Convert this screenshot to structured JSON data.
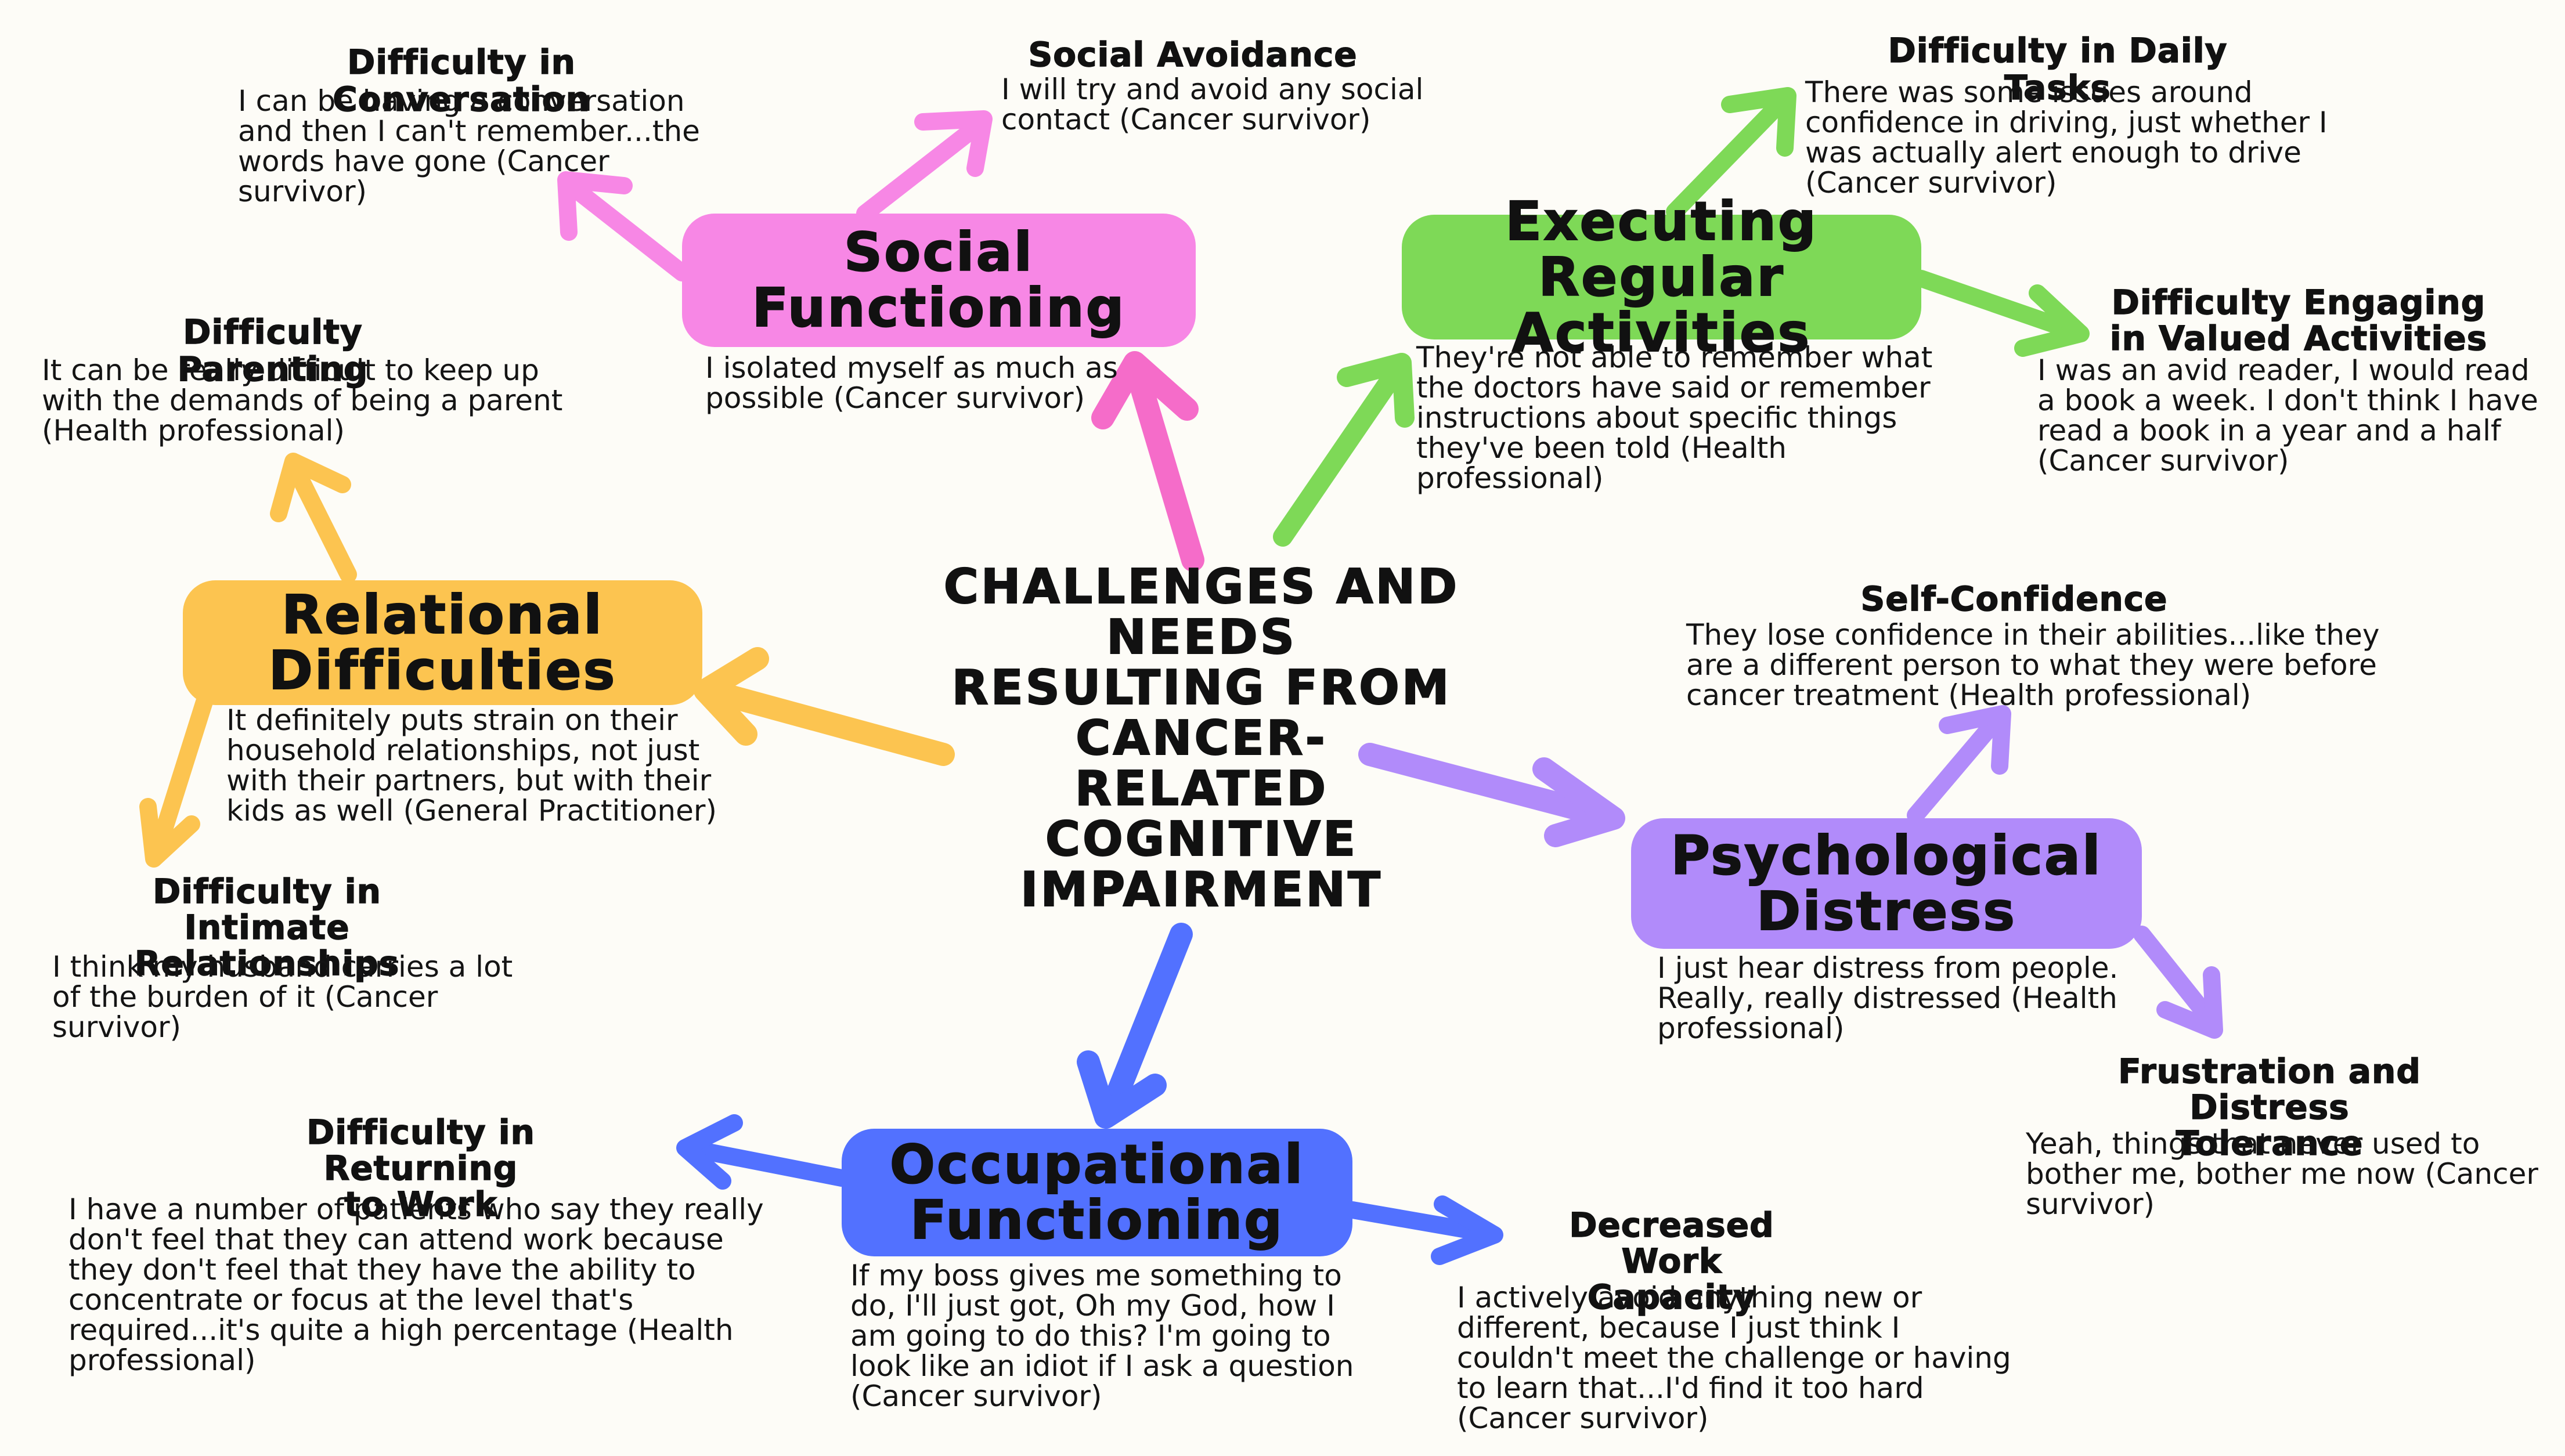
{
  "center": {
    "title": "CHALLENGES AND\nNEEDS\nRESULTING FROM\nCANCER-\nRELATED\nCOGNITIVE\nIMPAIRMENT"
  },
  "colors": {
    "social": "#f787e5",
    "executing": "#7ed957",
    "relational": "#fcc450",
    "psychological": "#b18bfa",
    "occupational": "#5271ff"
  },
  "categories": {
    "social": {
      "label": "Social\nFunctioning",
      "quote": "I isolated myself as much as\npossible (Cancer survivor)"
    },
    "executing": {
      "label": "Executing Regular\nActivities",
      "quote": "They're not able to remember what\nthe doctors have said or remember\ninstructions about specific things\nthey've been told (Health\nprofessional)"
    },
    "relational": {
      "label": "Relational\nDifficulties",
      "quote": "It definitely puts strain on their\nhousehold relationships, not just\nwith their partners, but with their\nkids as well (General Practitioner)"
    },
    "psychological": {
      "label": "Psychological\nDistress",
      "quote": "I just hear distress from people.\nReally, really distressed (Health\nprofessional)"
    },
    "occupational": {
      "label": "Occupational\nFunctioning",
      "quote": "If my boss gives me something to\ndo, I'll just got, Oh my God, how I\nam going to do this? I'm going to\nlook like an idiot if I ask a question\n(Cancer survivor)"
    }
  },
  "subcategories": {
    "conversation": {
      "title": "Difficulty in Conversation",
      "quote": "I can be having a conversation\nand then I can't remember...the\nwords have gone (Cancer\nsurvivor)"
    },
    "social_avoidance": {
      "title": "Social Avoidance",
      "quote": "I will try and avoid any social\ncontact (Cancer survivor)"
    },
    "daily_tasks": {
      "title": "Difficulty in Daily Tasks",
      "quote": "There was some issues around\nconfidence in driving, just whether I\nwas actually alert enough to drive\n(Cancer survivor)"
    },
    "valued_activities": {
      "title": "Difficulty Engaging\nin Valued Activities",
      "quote": "I was an avid reader, I would read\na book a week. I don't think I have\nread a book in a year and a half\n(Cancer survivor)"
    },
    "parenting": {
      "title": "Difficulty Parenting",
      "quote": "It can be really difficult to keep up\nwith the demands of being a parent\n(Health professional)"
    },
    "intimate": {
      "title": "Difficulty in Intimate\nRelationships",
      "quote": "I think my husband carries a lot\nof the burden of it (Cancer\nsurvivor)"
    },
    "self_confidence": {
      "title": "Self-Confidence",
      "quote": "They lose confidence in their abilities...like they\nare a different person to what they were before\ncancer treatment (Health professional)"
    },
    "frustration": {
      "title": "Frustration and Distress\nTolerance",
      "quote": "Yeah, things that never used to\nbother me, bother me now (Cancer\nsurvivor)"
    },
    "returning_work": {
      "title": "Difficulty in Returning\nto Work",
      "quote": "I have a number of patients who say they really\ndon't feel that they can attend work because\nthey don't feel that they have the ability to\nconcentrate or focus at the level that's\nrequired...it's quite a high percentage (Health\nprofessional)"
    },
    "work_capacity": {
      "title": "Decreased Work\nCapacity",
      "quote": "I actively avoid anything new or\ndifferent, because I just think I\ncouldn't meet the challenge or having\nto learn that...I'd find it too hard\n(Cancer survivor)"
    }
  }
}
